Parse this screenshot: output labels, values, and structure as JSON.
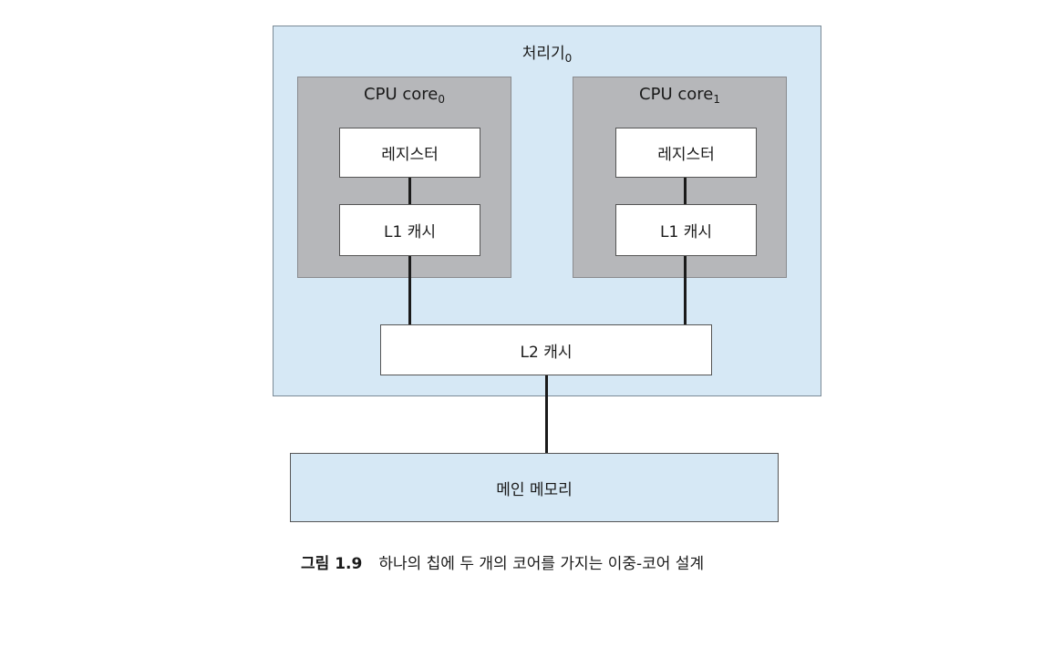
{
  "processor": {
    "title": "처리기",
    "title_sub": "0"
  },
  "cores": [
    {
      "title": "CPU core",
      "title_sub": "0",
      "register": "레지스터",
      "l1": "L1 캐시"
    },
    {
      "title": "CPU core",
      "title_sub": "1",
      "register": "레지스터",
      "l1": "L1 캐시"
    }
  ],
  "l2": "L2 캐시",
  "memory": "메인 메모리",
  "caption": {
    "label": "그림 1.9",
    "text": "하나의 칩에 두 개의 코어를 가지는 이중-코어 설계"
  },
  "colors": {
    "processor_fill": "#d6e8f5",
    "core_fill": "#b6b7ba",
    "memory_fill": "#d6e8f5"
  }
}
